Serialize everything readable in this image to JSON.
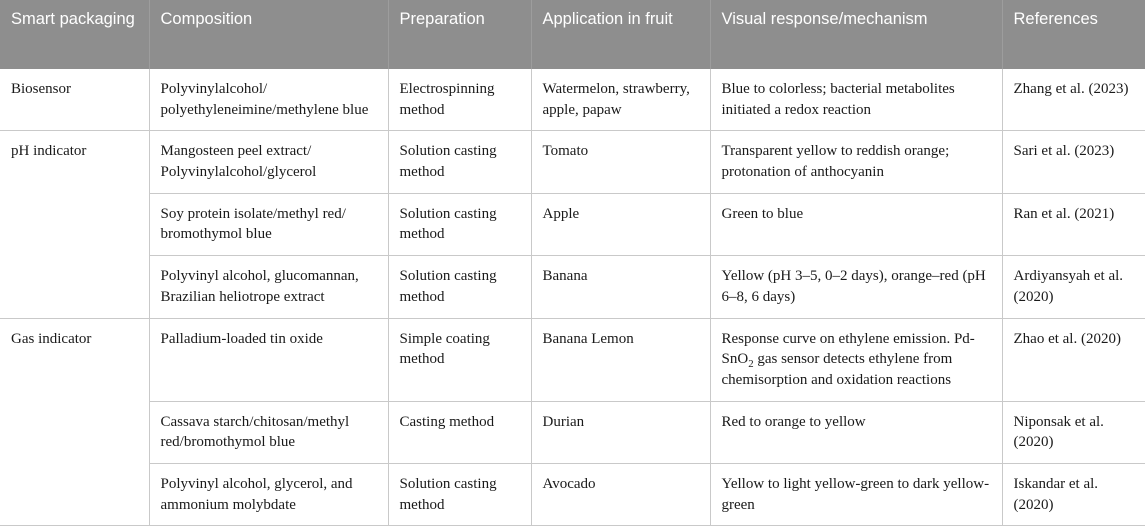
{
  "table": {
    "header": {
      "background_color": "#8e8e8e",
      "text_color": "#ffffff",
      "columns": [
        "Smart packaging",
        "Composition",
        "Preparation",
        "Application in fruit",
        "Visual response/mechanism",
        "References"
      ]
    },
    "border_color": "#c9c9c9",
    "groups": [
      {
        "smart_packaging": "Biosensor",
        "rows": [
          {
            "composition": "Polyvinylalcohol/ polyethyleneimine/methylene blue",
            "preparation": "Electrospinning method",
            "application": "Watermelon, strawberry, apple, papaw",
            "visual_response": "Blue to colorless; bacterial metabolites initiated a redox reaction",
            "reference": "Zhang et al. (2023)"
          }
        ]
      },
      {
        "smart_packaging": "pH indicator",
        "rows": [
          {
            "composition": "Mangosteen peel extract/ Polyvinylalcohol/glycerol",
            "preparation": "Solution casting method",
            "application": "Tomato",
            "visual_response": "Transparent yellow to reddish orange; protonation of anthocyanin",
            "reference": "Sari et al. (2023)"
          },
          {
            "composition": "Soy protein isolate/methyl red/ bromothymol blue",
            "preparation": "Solution casting method",
            "application": "Apple",
            "visual_response": "Green to blue",
            "reference": "Ran et al. (2021)"
          },
          {
            "composition": "Polyvinyl alcohol, glucomannan, Brazilian heliotrope extract",
            "preparation": "Solution casting method",
            "application": "Banana",
            "visual_response": "Yellow (pH 3–5, 0–2 days), orange–red (pH 6–8, 6 days)",
            "reference": "Ardiyansyah et al. (2020)"
          }
        ]
      },
      {
        "smart_packaging": "Gas indicator",
        "rows": [
          {
            "composition": "Palladium-loaded tin oxide",
            "preparation": "Simple coating method",
            "application": "Banana Lemon",
            "visual_response_parts": {
              "before": "Response curve on ethylene emission. Pd-SnO",
              "subscript": "2",
              "after": " gas sensor detects ethylene from chemisorption and oxidation reactions"
            },
            "reference": "Zhao et al. (2020)"
          },
          {
            "composition": "Cassava starch/chitosan/methyl red/bromothymol blue",
            "preparation": "Casting method",
            "application": "Durian",
            "visual_response": "Red to orange to yellow",
            "reference": "Niponsak et al. (2020)"
          },
          {
            "composition": "Polyvinyl alcohol, glycerol, and ammonium molybdate",
            "preparation": "Solution casting method",
            "application": "Avocado",
            "visual_response": "Yellow to light yellow-green to dark yellow-green",
            "reference": "Iskandar et al. (2020)"
          }
        ]
      }
    ]
  }
}
